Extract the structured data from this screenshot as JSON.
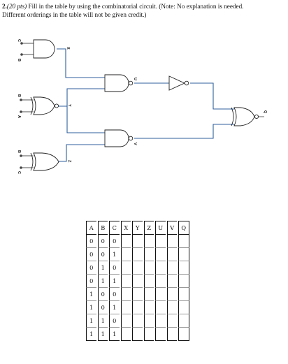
{
  "question": {
    "number": "2.",
    "points": "(20 pts)",
    "text_line1": " Fill in the table by using the combinatorial circuit. (Note: No explanation is needed.",
    "text_line2": "Different orderings in the table will not be given credit.)"
  },
  "circuit": {
    "gates": [
      {
        "name": "and-gate-x",
        "type": "AND",
        "output": "X"
      },
      {
        "name": "xnor-gate-y",
        "type": "XNOR",
        "output": "Y"
      },
      {
        "name": "xor-gate-z",
        "type": "XOR",
        "output": "Z"
      },
      {
        "name": "nand-gate-u",
        "type": "NAND",
        "output": "U"
      },
      {
        "name": "not-gate",
        "type": "NOT"
      },
      {
        "name": "nand-gate-v",
        "type": "NAND",
        "output": "V"
      },
      {
        "name": "xnor-gate-q",
        "type": "XNOR",
        "output": "Q"
      }
    ],
    "labels": {
      "in_c1": "C",
      "in_b1": "B",
      "in_b2": "B",
      "in_a2": "A",
      "in_b3": "B",
      "in_c3": "C",
      "x": "X",
      "y": "Y",
      "z": "Z",
      "u": "U",
      "v": "V",
      "q": "Q"
    },
    "wire_color": "#2f5f9c"
  },
  "table": {
    "headers": [
      "A",
      "B",
      "C",
      "X",
      "Y",
      "Z",
      "U",
      "V",
      "Q"
    ],
    "rows": [
      [
        "0",
        "0",
        "0",
        "",
        "",
        "",
        "",
        "",
        ""
      ],
      [
        "0",
        "0",
        "1",
        "",
        "",
        "",
        "",
        "",
        ""
      ],
      [
        "0",
        "1",
        "0",
        "",
        "",
        "",
        "",
        "",
        ""
      ],
      [
        "0",
        "1",
        "1",
        "",
        "",
        "",
        "",
        "",
        ""
      ],
      [
        "1",
        "0",
        "0",
        "",
        "",
        "",
        "",
        "",
        ""
      ],
      [
        "1",
        "0",
        "1",
        "",
        "",
        "",
        "",
        "",
        ""
      ],
      [
        "1",
        "1",
        "0",
        "",
        "",
        "",
        "",
        "",
        ""
      ],
      [
        "1",
        "1",
        "1",
        "",
        "",
        "",
        "",
        "",
        ""
      ]
    ]
  }
}
